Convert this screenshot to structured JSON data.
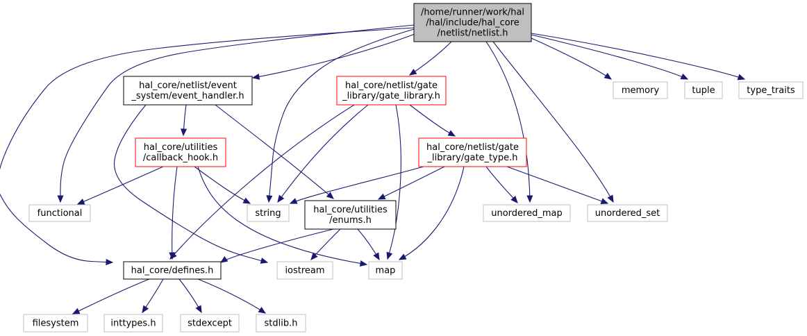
{
  "colors": {
    "edge": "#191970",
    "root_fill": "#bfbfbf",
    "border_root": "#000000",
    "border_documented": "#000000",
    "border_truncated": "#ff0000",
    "border_external": "#bfbfbf",
    "text": "#000000"
  },
  "nodes": [
    {
      "id": "netlist_h",
      "kind": "root",
      "lines": [
        "/home/runner/work/hal",
        "/hal/include/hal_core",
        "/netlist/netlist.h"
      ]
    },
    {
      "id": "event_handler_h",
      "kind": "documented",
      "lines": [
        "hal_core/netlist/event",
        "_system/event_handler.h"
      ]
    },
    {
      "id": "gate_library_h",
      "kind": "truncated",
      "lines": [
        "hal_core/netlist/gate",
        "_library/gate_library.h"
      ]
    },
    {
      "id": "memory",
      "kind": "external",
      "lines": [
        "memory"
      ]
    },
    {
      "id": "tuple",
      "kind": "external",
      "lines": [
        "tuple"
      ]
    },
    {
      "id": "type_traits",
      "kind": "external",
      "lines": [
        "type_traits"
      ]
    },
    {
      "id": "callback_hook_h",
      "kind": "truncated",
      "lines": [
        "hal_core/utilities",
        "/callback_hook.h"
      ]
    },
    {
      "id": "gate_type_h",
      "kind": "truncated",
      "lines": [
        "hal_core/netlist/gate",
        "_library/gate_type.h"
      ]
    },
    {
      "id": "functional",
      "kind": "external",
      "lines": [
        "functional"
      ]
    },
    {
      "id": "string",
      "kind": "external",
      "lines": [
        "string"
      ]
    },
    {
      "id": "enums_h",
      "kind": "documented",
      "lines": [
        "hal_core/utilities",
        "/enums.h"
      ]
    },
    {
      "id": "unordered_map",
      "kind": "external",
      "lines": [
        "unordered_map"
      ]
    },
    {
      "id": "unordered_set",
      "kind": "external",
      "lines": [
        "unordered_set"
      ]
    },
    {
      "id": "defines_h",
      "kind": "documented",
      "lines": [
        "hal_core/defines.h"
      ]
    },
    {
      "id": "iostream",
      "kind": "external",
      "lines": [
        "iostream"
      ]
    },
    {
      "id": "map",
      "kind": "external",
      "lines": [
        "map"
      ]
    },
    {
      "id": "filesystem",
      "kind": "external",
      "lines": [
        "filesystem"
      ]
    },
    {
      "id": "inttypes_h",
      "kind": "external",
      "lines": [
        "inttypes.h"
      ]
    },
    {
      "id": "stdexcept",
      "kind": "external",
      "lines": [
        "stdexcept"
      ]
    },
    {
      "id": "stdlib_h",
      "kind": "external",
      "lines": [
        "stdlib.h"
      ]
    }
  ],
  "edges": [
    {
      "from": "netlist_h",
      "to": "event_handler_h"
    },
    {
      "from": "netlist_h",
      "to": "gate_library_h"
    },
    {
      "from": "netlist_h",
      "to": "memory"
    },
    {
      "from": "netlist_h",
      "to": "tuple"
    },
    {
      "from": "netlist_h",
      "to": "type_traits"
    },
    {
      "from": "netlist_h",
      "to": "functional"
    },
    {
      "from": "netlist_h",
      "to": "defines_h"
    },
    {
      "from": "netlist_h",
      "to": "string"
    },
    {
      "from": "netlist_h",
      "to": "unordered_map"
    },
    {
      "from": "netlist_h",
      "to": "unordered_set"
    },
    {
      "from": "event_handler_h",
      "to": "callback_hook_h"
    },
    {
      "from": "event_handler_h",
      "to": "enums_h"
    },
    {
      "from": "event_handler_h",
      "to": "iostream"
    },
    {
      "from": "gate_library_h",
      "to": "gate_type_h"
    },
    {
      "from": "gate_library_h",
      "to": "string"
    },
    {
      "from": "gate_library_h",
      "to": "defines_h"
    },
    {
      "from": "gate_library_h",
      "to": "map"
    },
    {
      "from": "callback_hook_h",
      "to": "functional"
    },
    {
      "from": "callback_hook_h",
      "to": "string"
    },
    {
      "from": "callback_hook_h",
      "to": "defines_h"
    },
    {
      "from": "callback_hook_h",
      "to": "map"
    },
    {
      "from": "gate_type_h",
      "to": "enums_h"
    },
    {
      "from": "gate_type_h",
      "to": "string"
    },
    {
      "from": "gate_type_h",
      "to": "unordered_map"
    },
    {
      "from": "gate_type_h",
      "to": "unordered_set"
    },
    {
      "from": "gate_type_h",
      "to": "map"
    },
    {
      "from": "enums_h",
      "to": "defines_h"
    },
    {
      "from": "enums_h",
      "to": "iostream"
    },
    {
      "from": "enums_h",
      "to": "map"
    },
    {
      "from": "defines_h",
      "to": "filesystem"
    },
    {
      "from": "defines_h",
      "to": "inttypes_h"
    },
    {
      "from": "defines_h",
      "to": "stdexcept"
    },
    {
      "from": "defines_h",
      "to": "stdlib_h"
    }
  ]
}
